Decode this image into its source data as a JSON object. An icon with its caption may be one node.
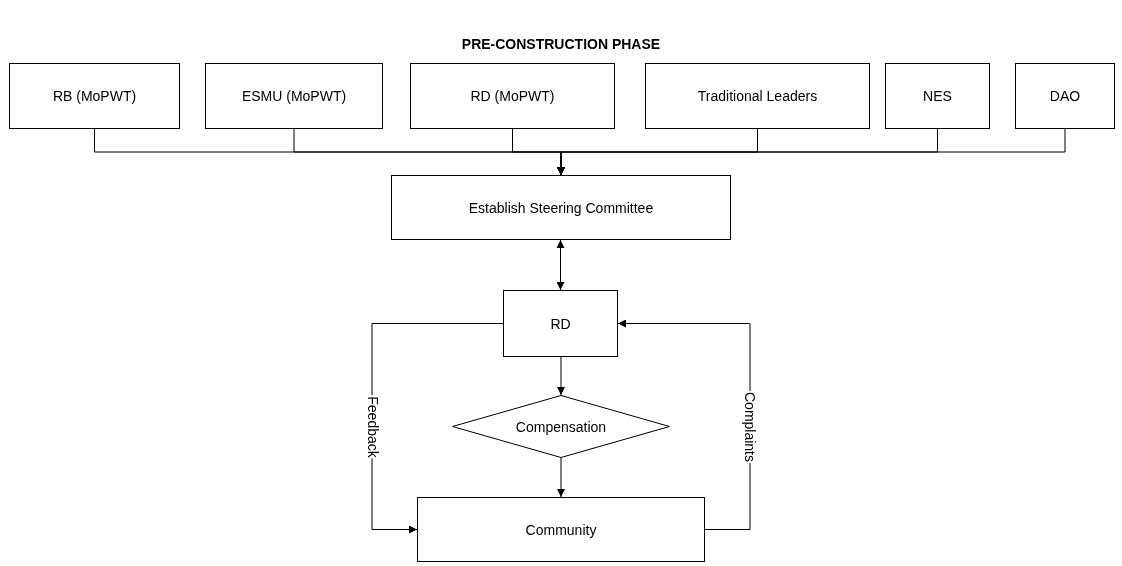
{
  "diagram": {
    "title": "PRE-CONSTRUCTION PHASE",
    "nodes": [
      {
        "text": [
          "RB (MoPWT)"
        ]
      },
      {
        "text": [
          "ESMU (MoPWT)"
        ]
      },
      {
        "text": [
          "RD (MoPWT)"
        ]
      },
      {
        "text": [
          "Traditional Leaders"
        ]
      },
      {
        "text": [
          "NES"
        ]
      },
      {
        "text": [
          "DAO"
        ]
      },
      {
        "text": [
          "Establish Steering Committee"
        ]
      },
      {
        "text": [
          "RD"
        ]
      },
      {
        "text": [
          "Compensation"
        ]
      },
      {
        "text": [
          "Community"
        ]
      }
    ],
    "edges": [
      {
        "from": 0,
        "to": 6,
        "arrow": "to"
      },
      {
        "from": 1,
        "to": 6,
        "arrow": "to"
      },
      {
        "from": 2,
        "to": 6,
        "arrow": "to"
      },
      {
        "from": 3,
        "to": 6,
        "arrow": "to"
      },
      {
        "from": 4,
        "to": 6,
        "arrow": "to"
      },
      {
        "from": 5,
        "to": 6,
        "arrow": "to"
      },
      {
        "from": 6,
        "to": 7,
        "arrow": "both"
      },
      {
        "from": 7,
        "to": 8,
        "arrow": "to"
      },
      {
        "from": 8,
        "to": 9,
        "arrow": "to"
      },
      {
        "from": 7,
        "to": 9,
        "arrow": "to",
        "label": "Feedback"
      },
      {
        "from": 9,
        "to": 7,
        "arrow": "to",
        "label": "Complaints"
      }
    ]
  }
}
